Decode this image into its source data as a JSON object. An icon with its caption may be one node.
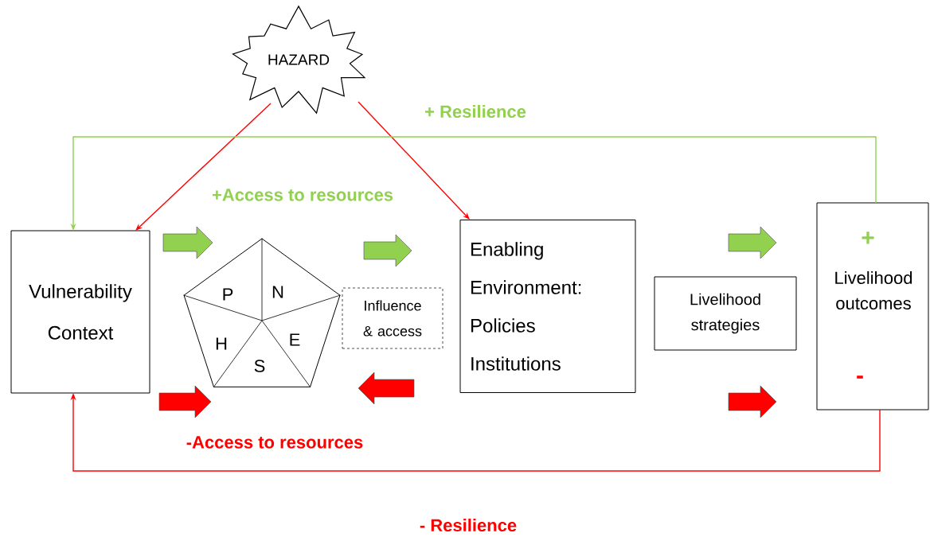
{
  "diagram": {
    "nodes": [
      {
        "text": [
          "HAZARD"
        ]
      },
      {
        "text": [
          "Vulnerability Context"
        ]
      },
      {
        "text": [
          "P",
          "N",
          "H",
          "E",
          "S"
        ]
      },
      {
        "text": [
          "Influence & access"
        ]
      },
      {
        "text": [
          "Enabling Environment: Policies Institutions"
        ]
      },
      {
        "text": [
          "Livelihood strategies"
        ]
      },
      {
        "text": [
          "+",
          "Livelihood outcomes",
          "-"
        ]
      }
    ],
    "edges": [
      {
        "from": 0,
        "to": 1,
        "arrow": "to",
        "color": "#ff0000"
      },
      {
        "from": 0,
        "to": 4,
        "arrow": "to",
        "color": "#ff0000"
      },
      {
        "from": 6,
        "to": 1,
        "arrow": "to",
        "label": "+ Resilience",
        "color": "#92d050"
      },
      {
        "from": 6,
        "to": 1,
        "arrow": "to",
        "label": "- Resilience",
        "color": "#ff0000"
      },
      {
        "from": 1,
        "to": 2,
        "arrow": "to",
        "style": "thick",
        "color": "#92d050"
      },
      {
        "from": 2,
        "to": 4,
        "arrow": "to",
        "style": "thick",
        "color": "#92d050"
      },
      {
        "from": 5,
        "to": 6,
        "arrow": "to",
        "style": "thick",
        "color": "#92d050"
      },
      {
        "from": 1,
        "to": 2,
        "arrow": "to",
        "style": "thick",
        "color": "#ff0000"
      },
      {
        "from": 4,
        "to": 2,
        "arrow": "to",
        "style": "thick",
        "color": "#ff0000"
      },
      {
        "from": 5,
        "to": 6,
        "arrow": "to",
        "style": "thick",
        "color": "#ff0000"
      }
    ],
    "labels": [
      "+Access to resources",
      "-Access to resources"
    ]
  }
}
